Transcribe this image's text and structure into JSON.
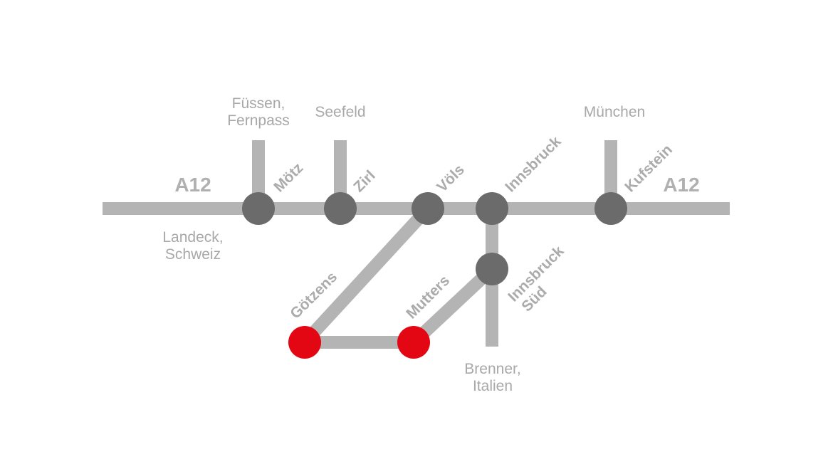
{
  "roads": {
    "main": "A12",
    "main_right": "A12"
  },
  "destinations": {
    "fuessen_line1": "Füssen,",
    "fuessen_line2": "Fernpass",
    "seefeld": "Seefeld",
    "muenchen": "München",
    "landeck_line1": "Landeck,",
    "landeck_line2": "Schweiz",
    "brenner_line1": "Brenner,",
    "brenner_line2": "Italien"
  },
  "exits": {
    "moetz": "Mötz",
    "zirl": "Zirl",
    "voels": "Völs",
    "innsbruck": "Innsbruck",
    "kufstein": "Kufstein",
    "innsbruck_sued_line1": "Innsbruck",
    "innsbruck_sued_line2": "Süd",
    "goetzens": "Götzens",
    "mutters": "Mutters"
  },
  "colors": {
    "road": "#b4b4b4",
    "junction": "#6b6b6b",
    "highlight": "#e30613",
    "label": "#a8a8a8"
  }
}
